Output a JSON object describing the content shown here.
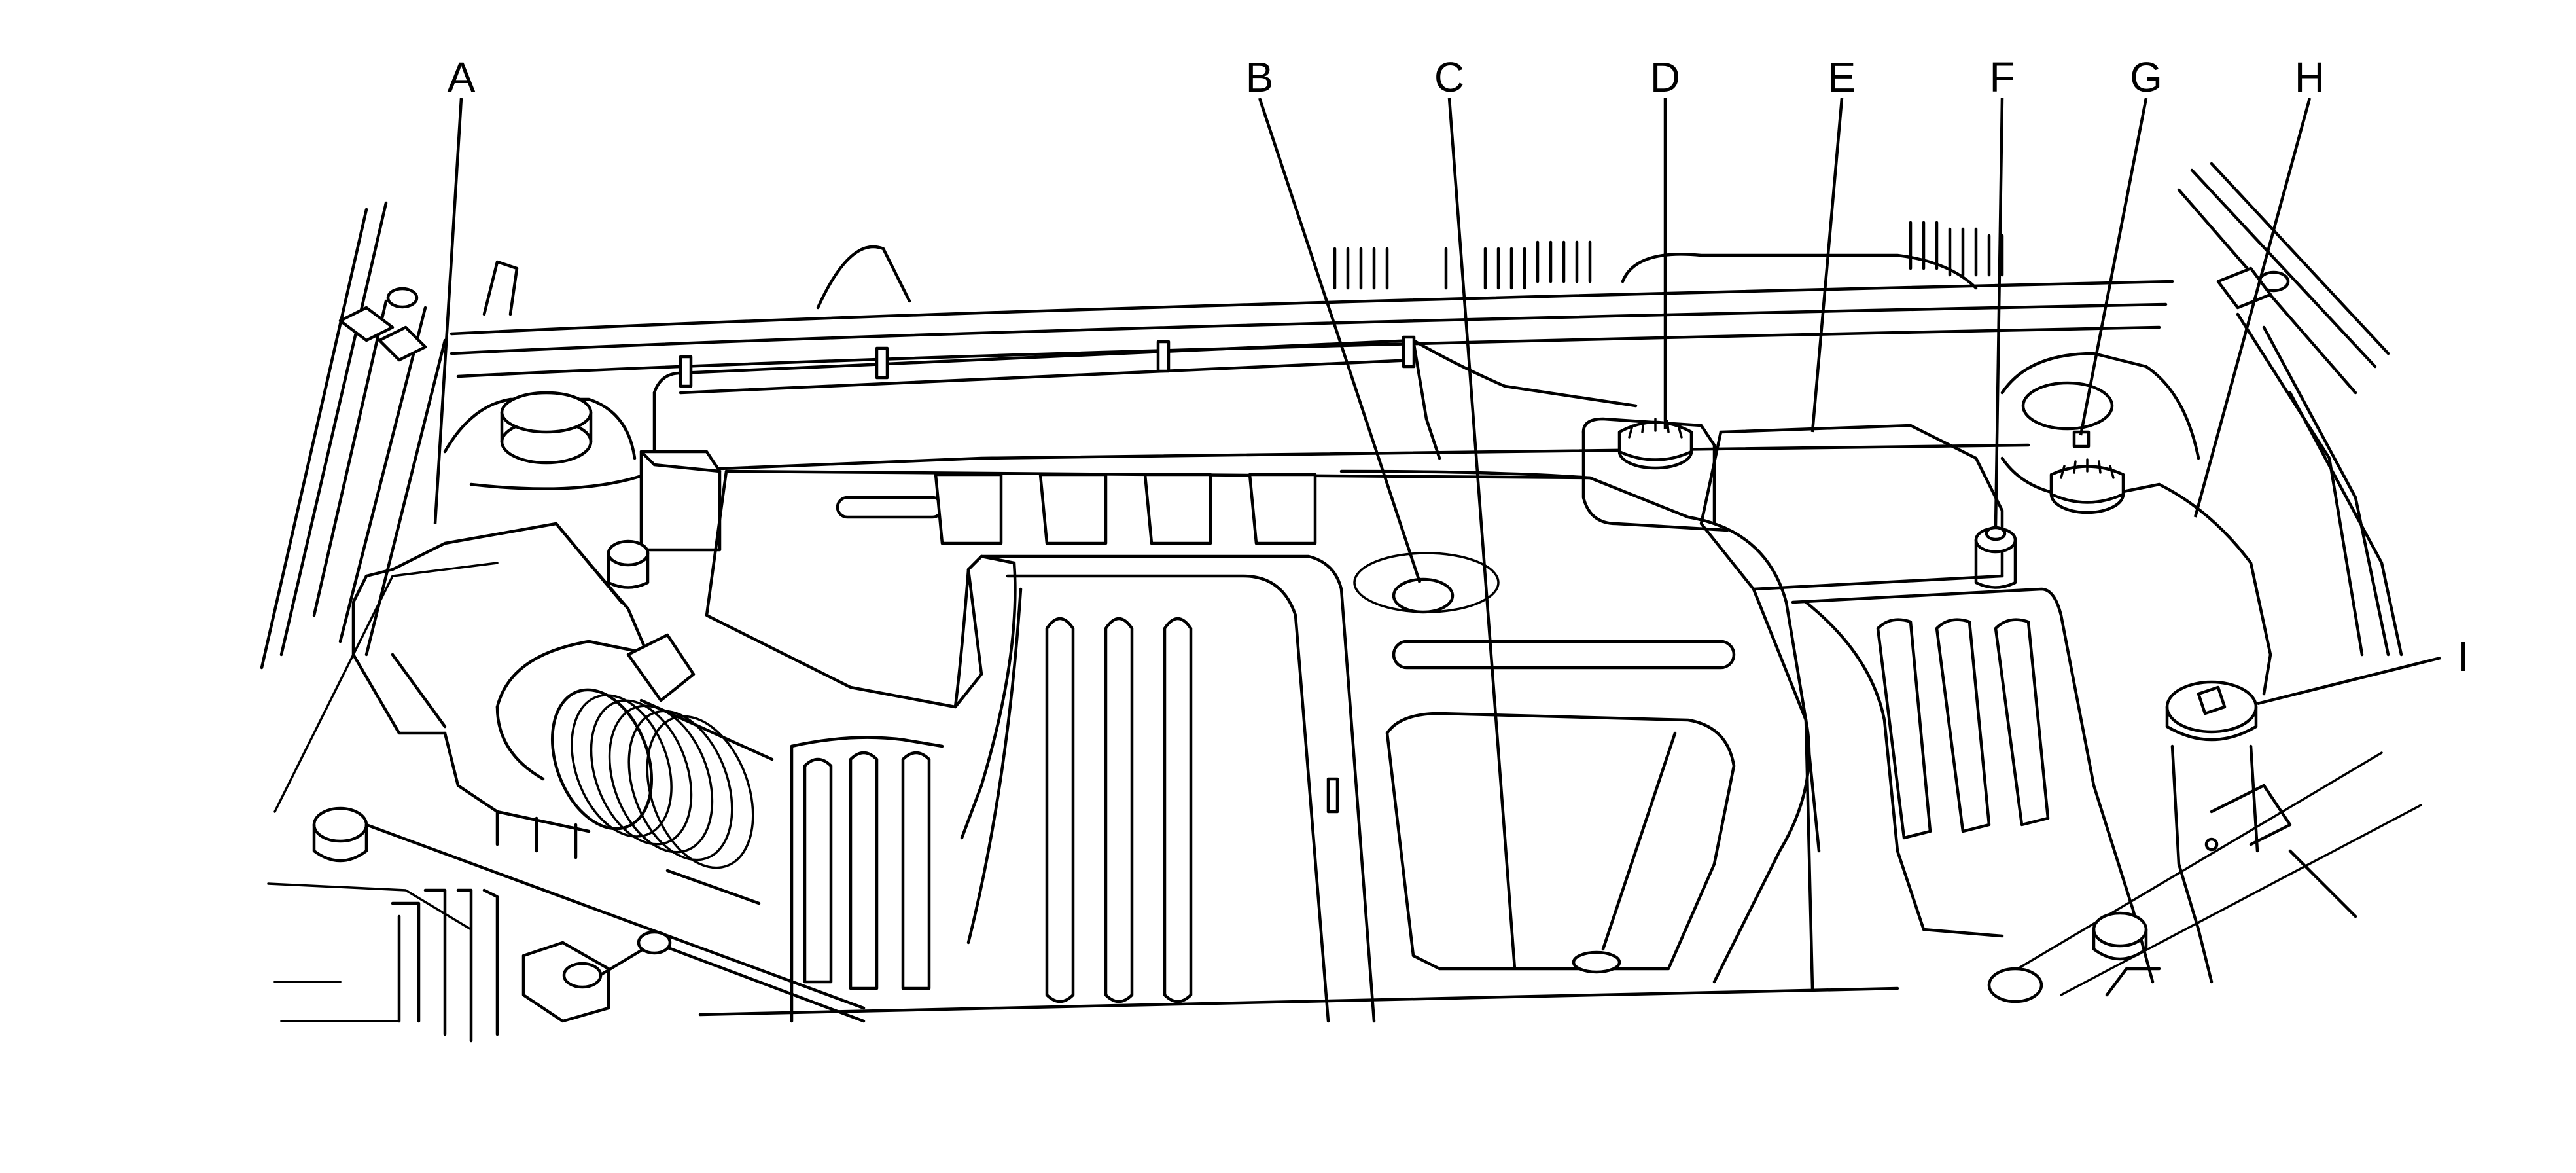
{
  "callouts": [
    {
      "id": "A",
      "label": "A"
    },
    {
      "id": "B",
      "label": "B"
    },
    {
      "id": "C",
      "label": "C"
    },
    {
      "id": "D",
      "label": "D"
    },
    {
      "id": "E",
      "label": "E"
    },
    {
      "id": "F",
      "label": "F"
    },
    {
      "id": "G",
      "label": "G"
    },
    {
      "id": "H",
      "label": "H"
    },
    {
      "id": "I",
      "label": "I"
    }
  ]
}
